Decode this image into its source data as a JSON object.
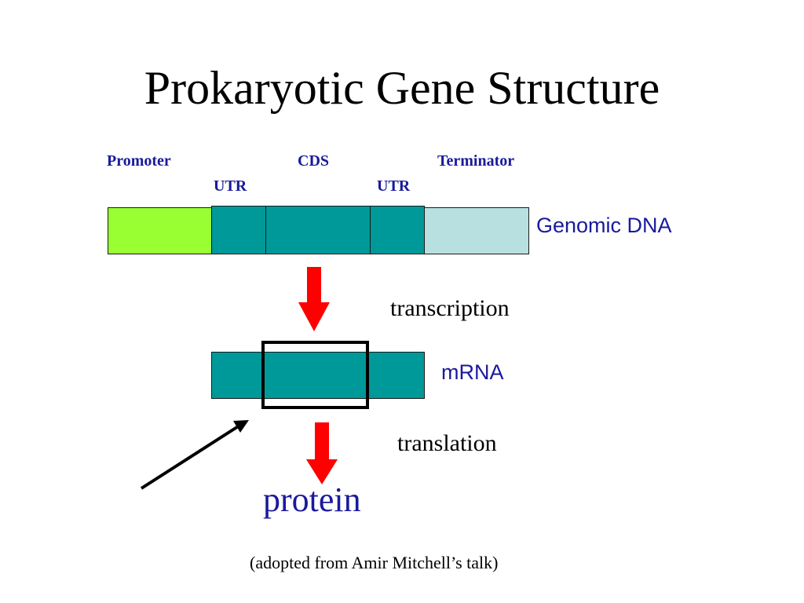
{
  "slide": {
    "title": "Prokaryotic Gene Structure",
    "labels": {
      "promoter": "Promoter",
      "cds": "CDS",
      "terminator": "Terminator",
      "utr_5": "UTR",
      "utr_3": "UTR"
    },
    "genomic_dna": "Genomic DNA",
    "transcription": "transcription",
    "mrna": "mRNA",
    "translation": "translation",
    "protein": "protein",
    "footnote": "(adopted from Amir Mitchell’s talk)"
  },
  "colors": {
    "promoter": "#99ff33",
    "utr_cds": "#009999",
    "terminator": "#b8e0e0",
    "arrow": "#ff0000",
    "label_blue": "#1a1a9c"
  }
}
